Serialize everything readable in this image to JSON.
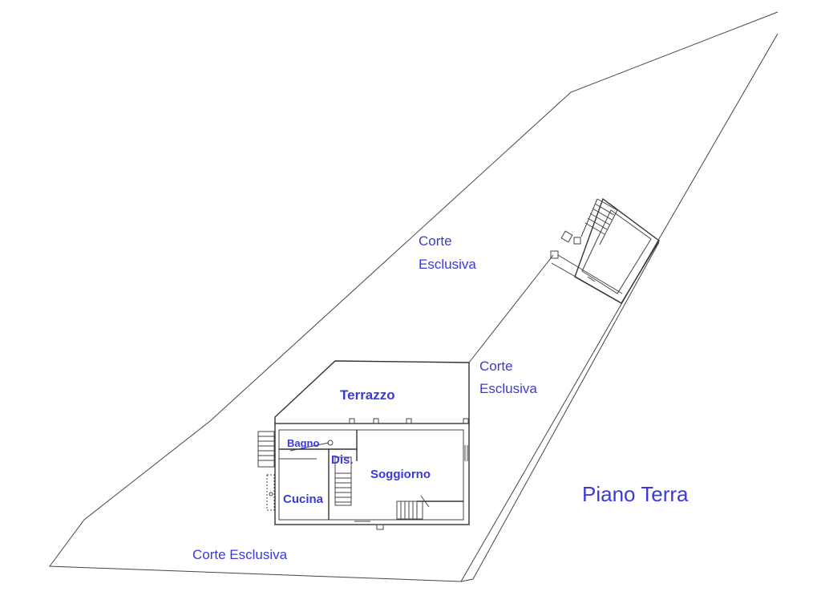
{
  "labels": {
    "corte_top_line1": "Corte",
    "corte_top_line2": "Esclusiva",
    "corte_right_line1": "Corte",
    "corte_right_line2": "Esclusiva",
    "corte_bottom": "Corte Esclusiva",
    "terrazzo": "Terrazzo",
    "bagno": "Bagno",
    "dis": "Dis.",
    "soggiorno": "Soggiorno",
    "cucina": "Cucina",
    "floor_title": "Piano Terra"
  },
  "colors": {
    "label": "#3a3ad8",
    "line": "#444444"
  }
}
